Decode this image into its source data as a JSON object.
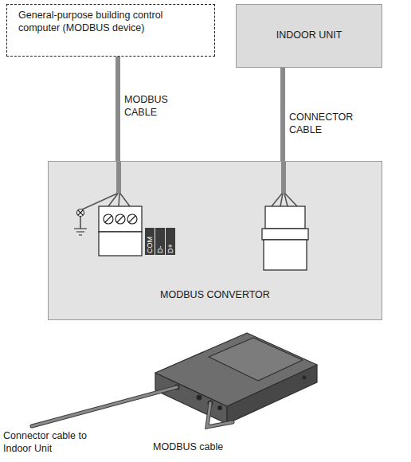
{
  "diagram": {
    "nodes": [
      {
        "text": [
          "General-purpose building control computer (MODBUS device)"
        ]
      },
      {
        "text": [
          "INDOOR UNIT"
        ]
      },
      {
        "text": [
          "MODBUS CONVERTOR"
        ]
      }
    ],
    "edges": [
      {
        "from": 0,
        "to": 2,
        "arrow": "none",
        "label": "MODBUS CABLE"
      },
      {
        "from": 1,
        "to": 2,
        "arrow": "none",
        "label": "CONNECTOR CABLE"
      }
    ],
    "labels": [
      "COM",
      "D-",
      "D+",
      "Connector cable to Indoor Unit",
      "MODBUS cable"
    ]
  }
}
